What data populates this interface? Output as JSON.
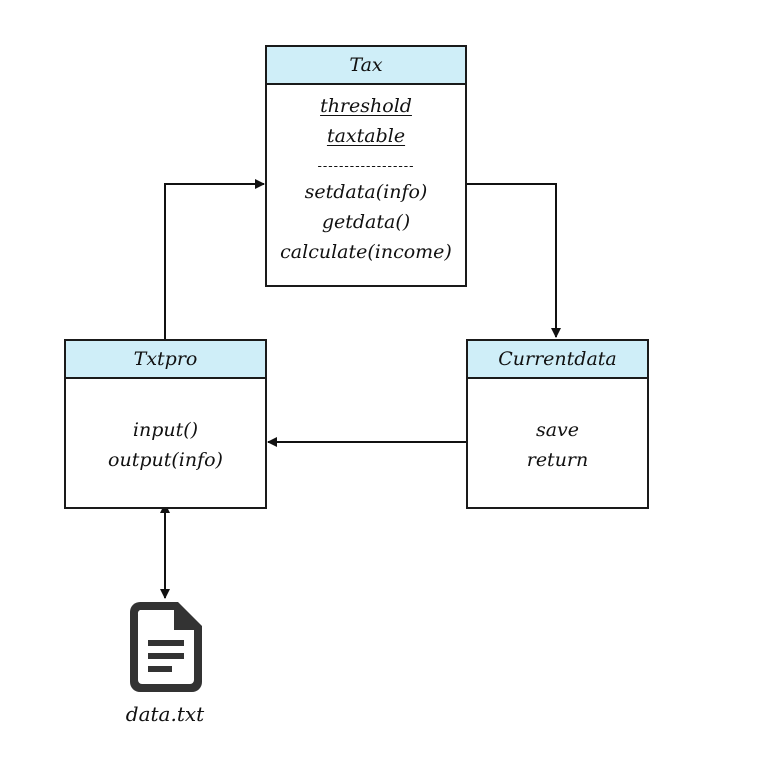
{
  "tax": {
    "title": "Tax",
    "attributes": [
      "threshold",
      "taxtable"
    ],
    "separator": "------------------",
    "methods": [
      "setdata(info)",
      "getdata()",
      "calculate(income)"
    ]
  },
  "txtpro": {
    "title": "Txtpro",
    "methods": [
      "input()",
      "output(info)"
    ]
  },
  "currentdata": {
    "title": "Currentdata",
    "methods": [
      "save",
      "return"
    ]
  },
  "file": {
    "label": "data.txt",
    "icon": "document-icon"
  },
  "colors": {
    "header_fill": "#cfeef8",
    "border": "#1a1a1a"
  }
}
